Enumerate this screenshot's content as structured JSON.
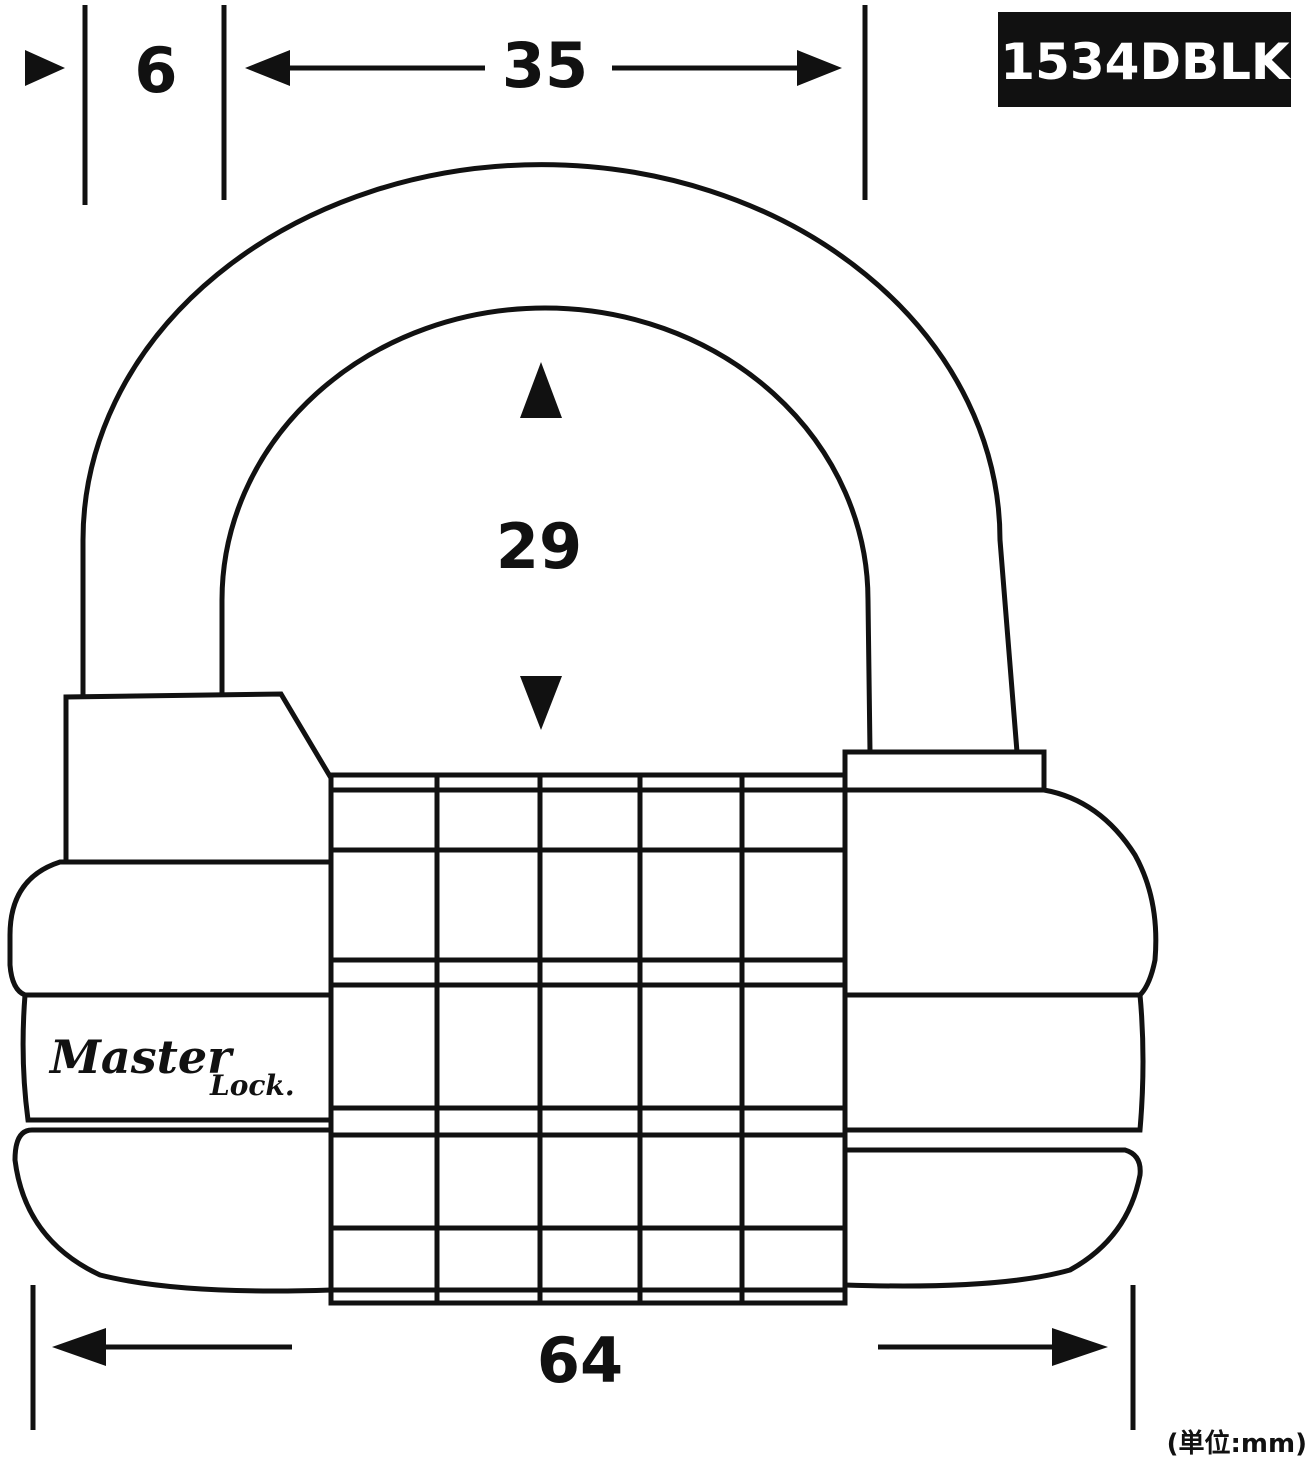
{
  "dimensions": {
    "shackle_diameter": "6",
    "shackle_width": "35",
    "shackle_clearance": "29",
    "body_width": "64"
  },
  "model_label": "1534DBLK",
  "unit_label": "(単位:mm)",
  "logo": {
    "line1": "Master",
    "line2": "Lock."
  },
  "colors": {
    "ink": "#111111",
    "label_bg": "#111111",
    "label_text": "#ffffff",
    "background": "#ffffff"
  }
}
